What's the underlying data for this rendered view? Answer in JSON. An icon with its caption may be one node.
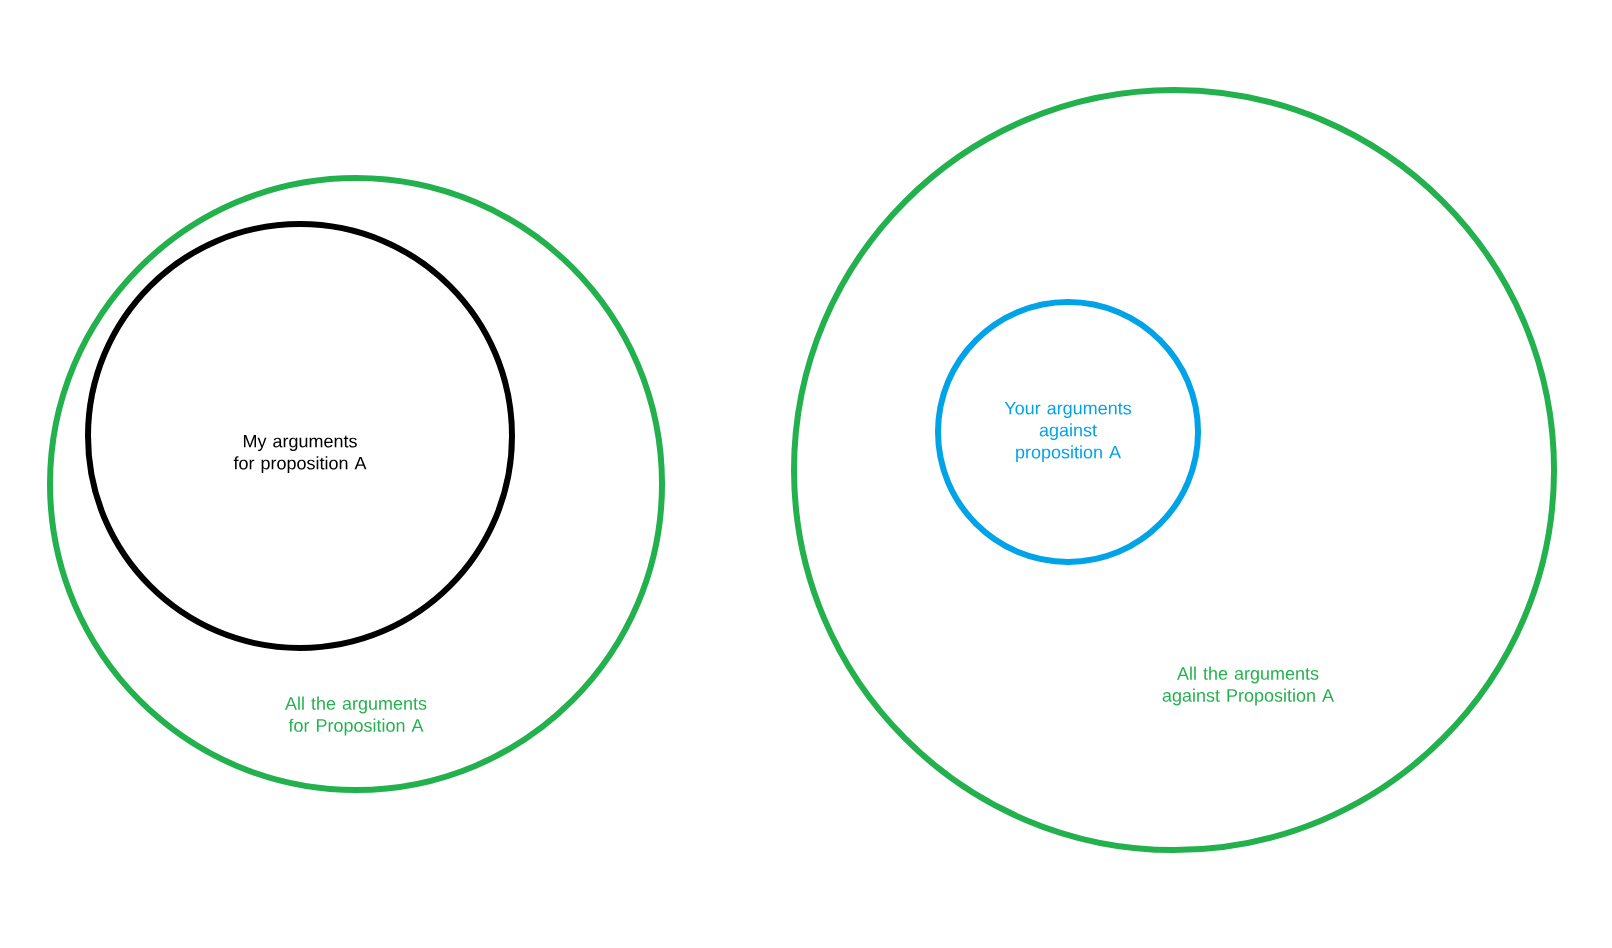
{
  "diagram": {
    "nodes": [
      {
        "text": [
          "All the arguments for Proposition A"
        ]
      },
      {
        "text": [
          "My arguments for proposition A"
        ],
        "in": 0
      },
      {
        "text": [
          "All the arguments against Proposition A"
        ]
      },
      {
        "text": [
          "Your arguments against proposition A"
        ],
        "in": 2
      }
    ]
  }
}
